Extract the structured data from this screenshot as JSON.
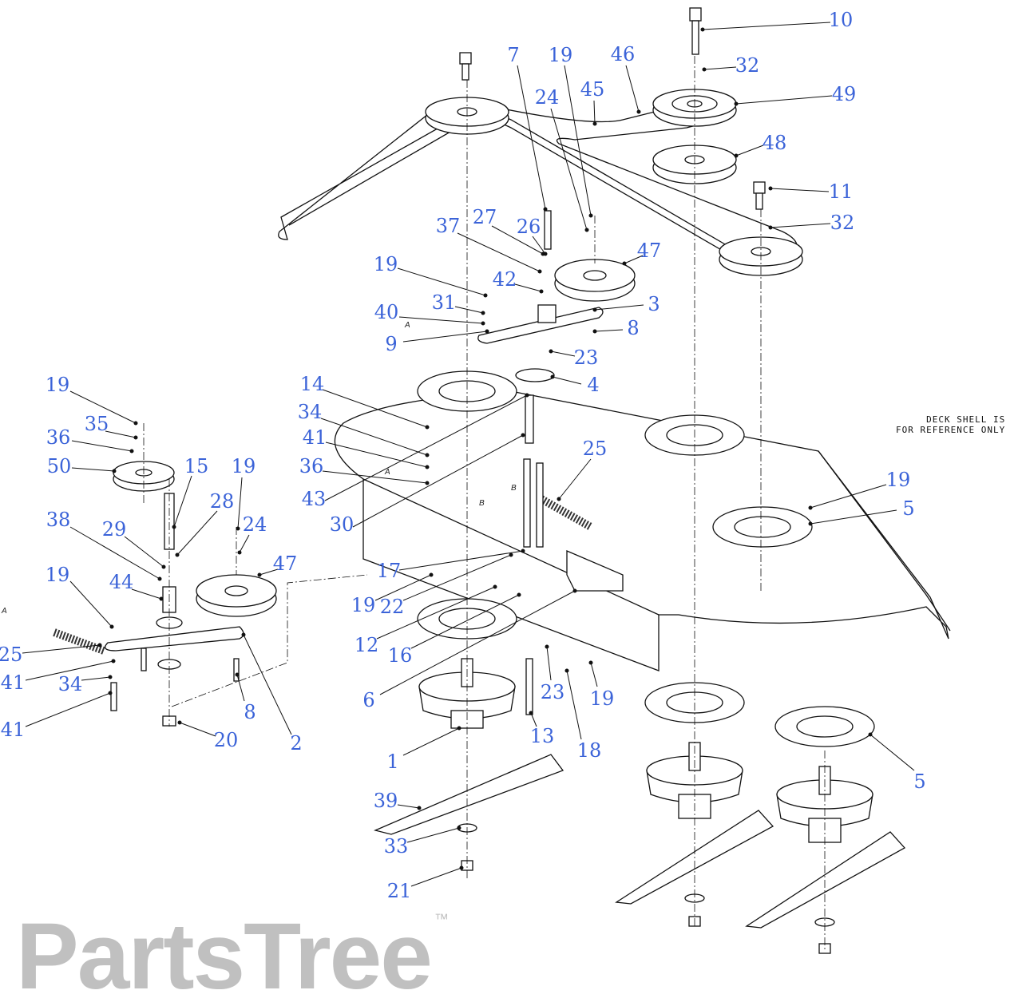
{
  "diagram": {
    "title": "Mower deck belt, pulley and spindle assembly",
    "watermark": "PartsTree",
    "watermark_tm": "™",
    "note_lines": [
      "DECK SHELL IS",
      "FOR REFERENCE ONLY"
    ],
    "reference_tags": [
      "A",
      "B",
      "B",
      "A",
      "A"
    ],
    "callout_color": "#3b63d8",
    "callouts": [
      "10",
      "32",
      "49",
      "7",
      "19",
      "46",
      "24",
      "45",
      "48",
      "11",
      "32",
      "37",
      "27",
      "26",
      "47",
      "19",
      "42",
      "31",
      "3",
      "40",
      "8",
      "9",
      "23",
      "4",
      "14",
      "34",
      "41",
      "36",
      "43",
      "30",
      "25",
      "19",
      "5",
      "19",
      "35",
      "36",
      "50",
      "15",
      "19",
      "28",
      "24",
      "38",
      "29",
      "47",
      "19",
      "44",
      "17",
      "19",
      "22",
      "12",
      "16",
      "6",
      "23",
      "19",
      "18",
      "13",
      "1",
      "39",
      "33",
      "21",
      "25",
      "41",
      "34",
      "41",
      "20",
      "8",
      "2",
      "5"
    ]
  }
}
